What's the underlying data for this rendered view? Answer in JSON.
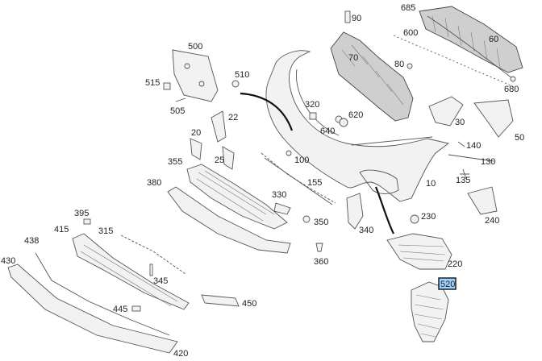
{
  "highlight": {
    "label": "520",
    "color": "#9fd3ff"
  },
  "callouts": {
    "c685": "685",
    "c90": "90",
    "c600": "600",
    "c60": "60",
    "c500": "500",
    "c70": "70",
    "c510": "510",
    "c80": "80",
    "c515": "515",
    "c505": "505",
    "c680": "680",
    "c320": "320",
    "c620": "620",
    "c640": "640",
    "c30": "30",
    "c22": "22",
    "c50": "50",
    "c20": "20",
    "c140": "140",
    "c25": "25",
    "c100": "100",
    "c130": "130",
    "c355": "355",
    "c380": "380",
    "c155": "155",
    "c135": "135",
    "c10": "10",
    "c330": "330",
    "c395": "395",
    "c230": "230",
    "c240": "240",
    "c350": "350",
    "c415": "415",
    "c315": "315",
    "c438": "438",
    "c340": "340",
    "c430": "430",
    "c360": "360",
    "c220": "220",
    "c345": "345",
    "c450": "450",
    "c445": "445",
    "c420": "420"
  }
}
